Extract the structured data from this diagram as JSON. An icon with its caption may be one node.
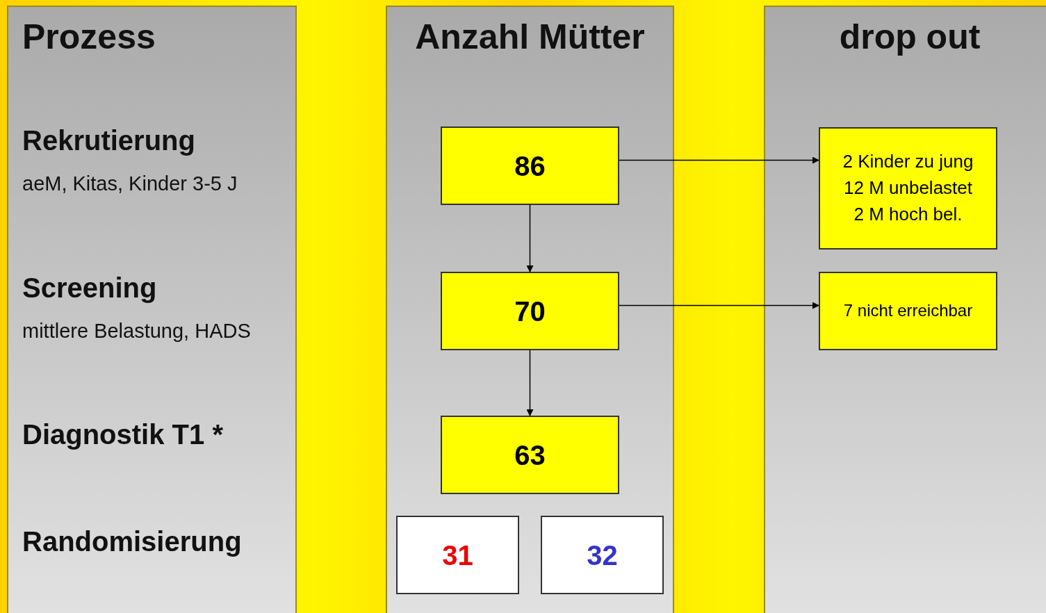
{
  "diagram": {
    "nodes": [
      {
        "text": [
          "Prozess",
          "Rekrutierung",
          "aeM, Kitas, Kinder 3-5 J",
          "Screening",
          "mittlere Belastung, HADS",
          "Diagnostik T1 *",
          "Randomisierung"
        ]
      },
      {
        "text": [
          "Anzahl Mütter"
        ]
      },
      {
        "text": [
          "86"
        ],
        "in": 1
      },
      {
        "text": [
          "70"
        ],
        "in": 1
      },
      {
        "text": [
          "63"
        ],
        "in": 1
      },
      {
        "text": [
          "31"
        ],
        "in": 1
      },
      {
        "text": [
          "32"
        ],
        "in": 1
      },
      {
        "text": [
          "drop out"
        ]
      },
      {
        "text": [
          "2 Kinder zu jung",
          "12 M unbelastet",
          "2 M hoch bel."
        ],
        "in": 7
      },
      {
        "text": [
          "7 nicht erreichbar"
        ],
        "in": 7
      }
    ],
    "edges": [
      {
        "from": 2,
        "to": 3,
        "arrow": "to"
      },
      {
        "from": 3,
        "to": 4,
        "arrow": "to"
      },
      {
        "from": 2,
        "to": 8,
        "arrow": "to"
      },
      {
        "from": 3,
        "to": 9,
        "arrow": "to"
      }
    ]
  }
}
